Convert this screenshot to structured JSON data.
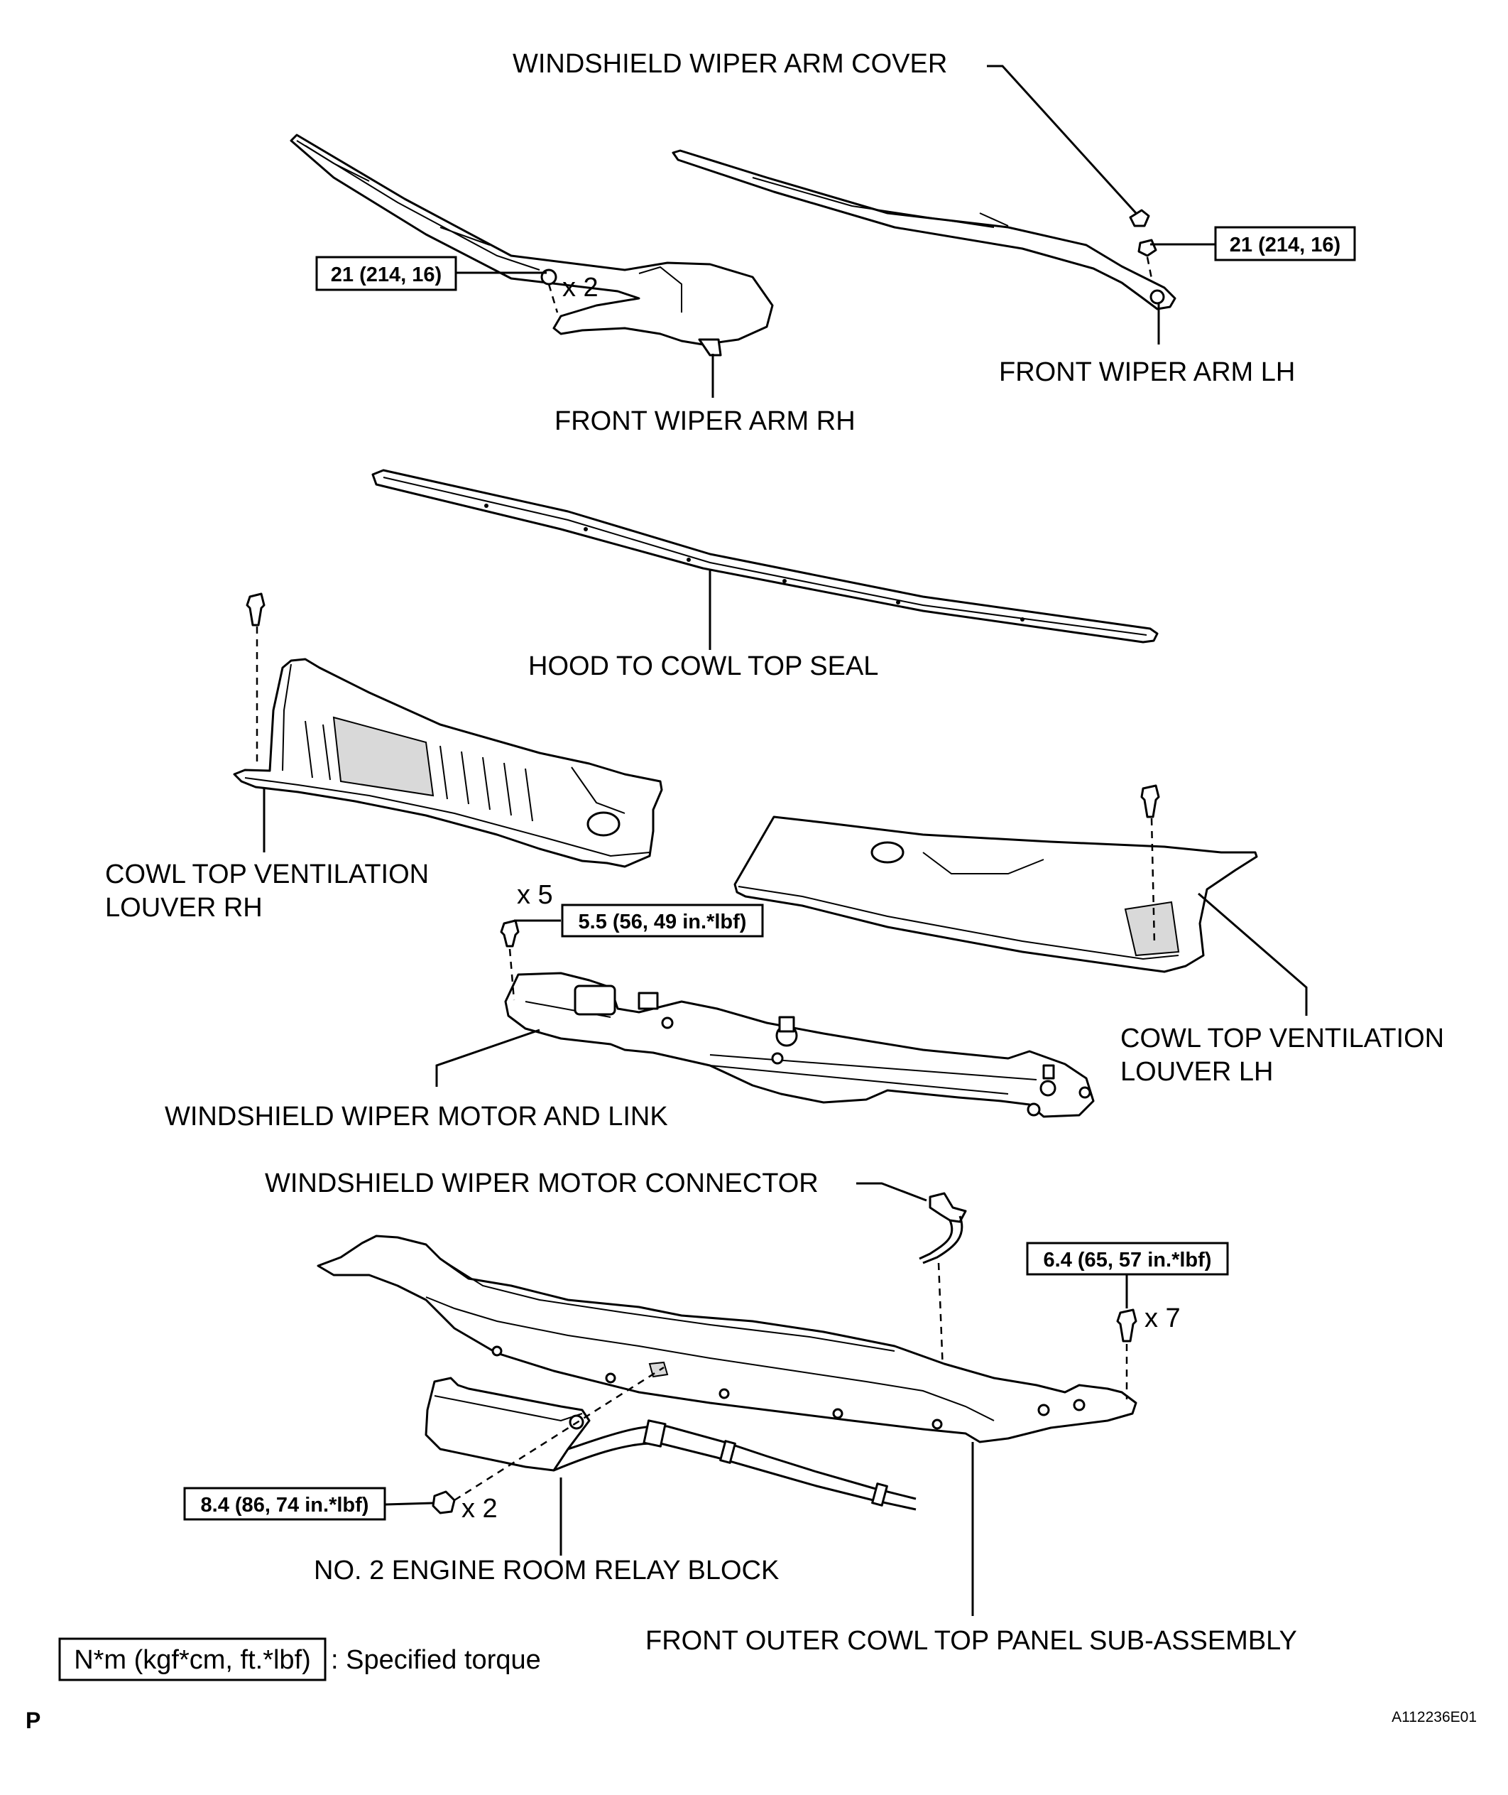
{
  "labels": {
    "windshield_wiper_arm_cover": "WINDSHIELD WIPER ARM COVER",
    "front_wiper_arm_lh": "FRONT WIPER ARM LH",
    "front_wiper_arm_rh": "FRONT WIPER ARM RH",
    "hood_to_cowl_top_seal": "HOOD TO COWL TOP SEAL",
    "cowl_louver_rh_line1": "COWL TOP VENTILATION",
    "cowl_louver_rh_line2": "LOUVER RH",
    "cowl_louver_lh_line1": "COWL TOP VENTILATION",
    "cowl_louver_lh_line2": "LOUVER LH",
    "wiper_motor_and_link": "WINDSHIELD WIPER MOTOR AND LINK",
    "wiper_motor_connector": "WINDSHIELD WIPER MOTOR CONNECTOR",
    "relay_block": "NO. 2 ENGINE ROOM RELAY BLOCK",
    "cowl_panel": "FRONT OUTER COWL TOP PANEL SUB-ASSEMBLY"
  },
  "torques": {
    "arm_rh": "21 (214, 16)",
    "arm_lh": "21 (214, 16)",
    "motor_link": "5.5 (56, 49 in.*lbf)",
    "cowl_panel": "6.4 (65, 57 in.*lbf)",
    "relay_block": "8.4 (86, 74 in.*lbf)"
  },
  "quantities": {
    "arm_rh_nuts": "x 2",
    "motor_link_bolts": "x 5",
    "cowl_panel_bolts": "x 7",
    "relay_block_bolts": "x 2"
  },
  "legend": {
    "unit": "N*m (kgf*cm, ft.*lbf)",
    "description": ": Specified torque"
  },
  "footer": {
    "page_marker": "P",
    "figure_code": "A112236E01"
  }
}
